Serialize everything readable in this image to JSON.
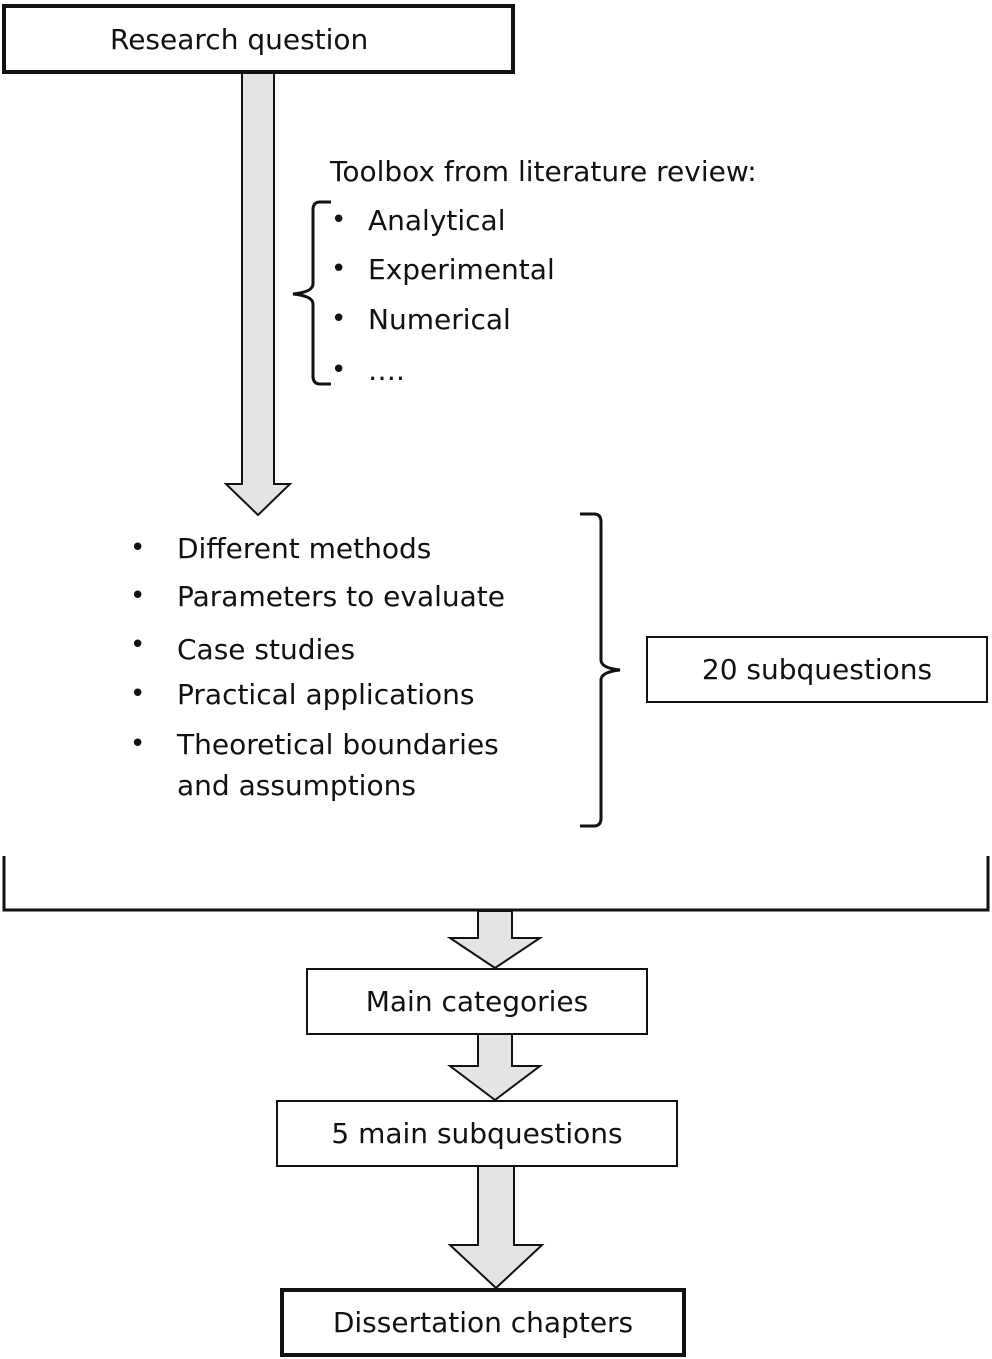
{
  "colors": {
    "arrow_fill": "#e4e4e4",
    "stroke": "#111111",
    "background": "#ffffff"
  },
  "boxes": {
    "research_question": "Research question",
    "subquestions_20": "20 subquestions",
    "main_categories": "Main categories",
    "main_subquestions_5": "5 main subquestions",
    "dissertation_chapters": "Dissertation chapters"
  },
  "toolbox": {
    "heading": "Toolbox from literature review:",
    "bullet_char": "•",
    "items": [
      "Analytical",
      "Experimental",
      "Numerical",
      "…."
    ]
  },
  "aspects": {
    "bullet_char": "•",
    "items": [
      "Different methods",
      "Parameters to evaluate",
      "Case studies",
      "Practical applications",
      "Theoretical boundaries",
      "and assumptions"
    ]
  }
}
